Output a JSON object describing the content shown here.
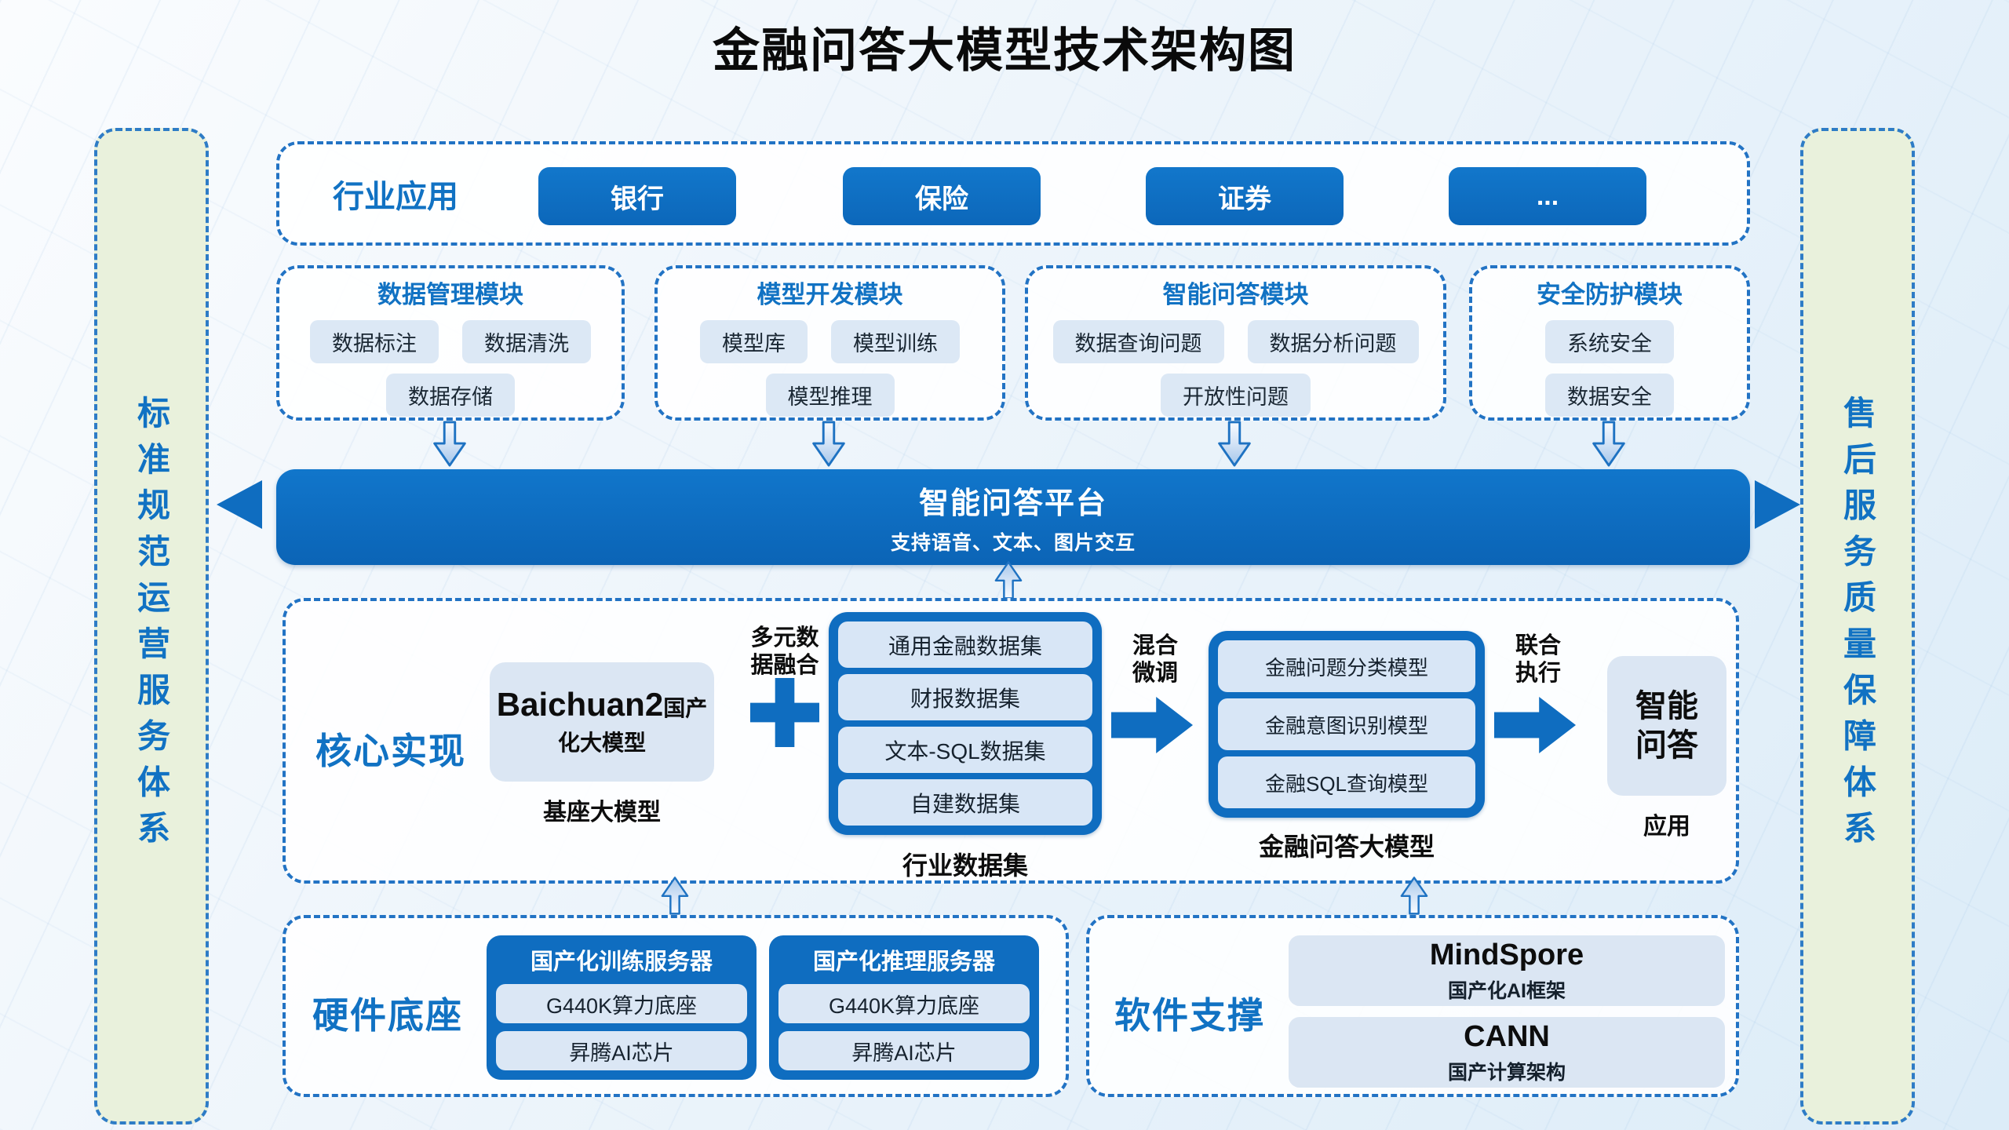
{
  "title": "金融问答大模型技术架构图",
  "sidebar_left": {
    "text": "标准规范运营服务体系"
  },
  "sidebar_right": {
    "text": "售后服务质量保障体系"
  },
  "industry": {
    "label": "行业应用",
    "items": [
      "银行",
      "保险",
      "证券",
      "..."
    ]
  },
  "modules": [
    {
      "title": "数据管理模块",
      "items": [
        "数据标注",
        "数据清洗",
        "数据存储"
      ]
    },
    {
      "title": "模型开发模块",
      "items": [
        "模型库",
        "模型训练",
        "模型推理"
      ]
    },
    {
      "title": "智能问答模块",
      "items": [
        "数据查询问题",
        "数据分析问题",
        "开放性问题"
      ]
    },
    {
      "title": "安全防护模块",
      "items": [
        "系统安全",
        "数据安全"
      ]
    }
  ],
  "platform": {
    "title": "智能问答平台",
    "subtitle": "支持语音、文本、图片交互"
  },
  "core": {
    "label": "核心实现",
    "base_model": {
      "name": "Baichuan2",
      "name_suffix": "国产",
      "line2": "化大模型",
      "caption": "基座大模型"
    },
    "fusion_label": {
      "line1": "多元数",
      "line2": "据融合"
    },
    "datasets": {
      "items": [
        "通用金融数据集",
        "财报数据集",
        "文本-SQL数据集",
        "自建数据集"
      ],
      "caption": "行业数据集"
    },
    "finetune_label": {
      "line1": "混合",
      "line2": "微调"
    },
    "qa_model": {
      "items": [
        "金融问题分类模型",
        "金融意图识别模型",
        "金融SQL查询模型"
      ],
      "caption": "金融问答大模型"
    },
    "exec_label": {
      "line1": "联合",
      "line2": "执行"
    },
    "app": {
      "line1": "智能",
      "line2": "问答",
      "caption": "应用"
    }
  },
  "hardware": {
    "label": "硬件底座",
    "servers": [
      {
        "title": "国产化训练服务器",
        "items": [
          "G440K算力底座",
          "昇腾AI芯片"
        ]
      },
      {
        "title": "国产化推理服务器",
        "items": [
          "G440K算力底座",
          "昇腾AI芯片"
        ]
      }
    ]
  },
  "software": {
    "label": "软件支撑",
    "items": [
      {
        "name": "MindSpore",
        "desc": "国产化AI框架"
      },
      {
        "name": "CANN",
        "desc": "国产计算架构"
      }
    ]
  },
  "colors": {
    "primary_blue": "#0f6dc0",
    "dashed_border": "#2273c4",
    "light_chip": "#dce8f5",
    "panel_green": "#e9f1dc",
    "text_dark": "#111111"
  }
}
